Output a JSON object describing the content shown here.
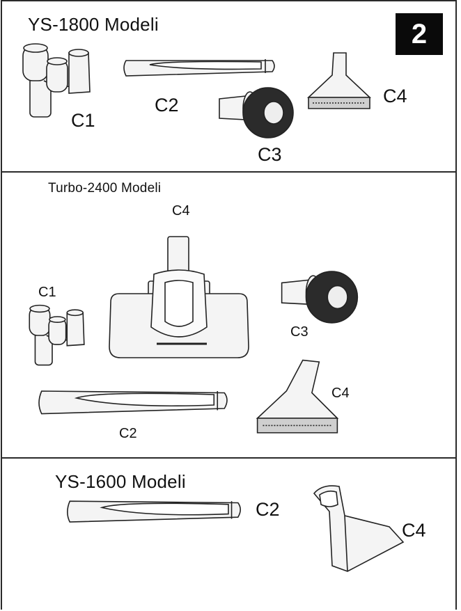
{
  "page_number": "2",
  "sections": [
    {
      "title": "YS-1800 Modeli",
      "parts": [
        {
          "code": "C1",
          "icon": "double-holder-clip-icon"
        },
        {
          "code": "C2",
          "icon": "crevice-nozzle-icon"
        },
        {
          "code": "C3",
          "icon": "round-brush-icon"
        },
        {
          "code": "C4",
          "icon": "upholstery-nozzle-icon"
        }
      ]
    },
    {
      "title": "Turbo-2400 Modeli",
      "parts": [
        {
          "code": "C4",
          "icon": "turbo-brush-icon"
        },
        {
          "code": "C1",
          "icon": "double-holder-clip-icon"
        },
        {
          "code": "C3",
          "icon": "round-brush-icon"
        },
        {
          "code": "C4",
          "icon": "upholstery-nozzle-icon"
        },
        {
          "code": "C2",
          "icon": "crevice-nozzle-icon"
        }
      ]
    },
    {
      "title": "YS-1600 Modeli",
      "parts": [
        {
          "code": "C2",
          "icon": "crevice-nozzle-icon"
        },
        {
          "code": "C4",
          "icon": "upholstery-nozzle-icon"
        }
      ]
    }
  ]
}
